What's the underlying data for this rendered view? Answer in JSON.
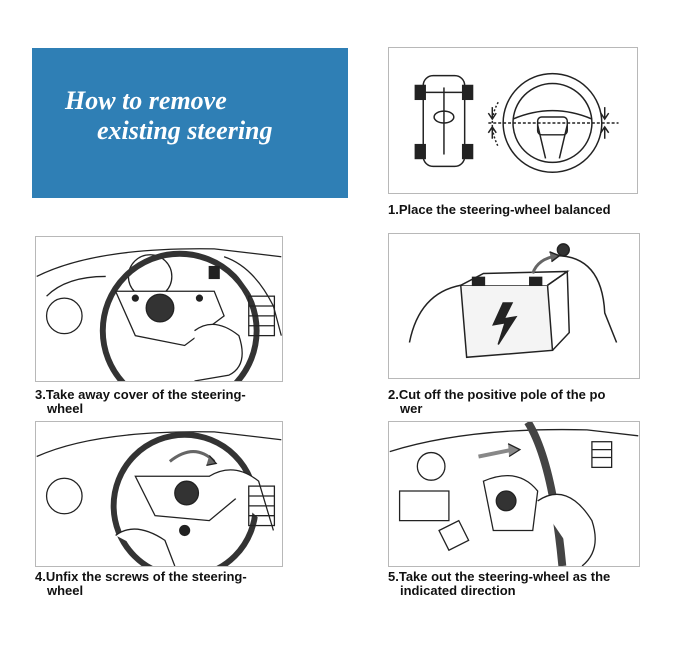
{
  "title": {
    "line1": "How to remove",
    "line2": "existing steering"
  },
  "colors": {
    "title_bg": "#2f7fb5",
    "panel_border": "#b8b8b8"
  },
  "steps": [
    {
      "line1": "1.Place the steering-wheel balanced",
      "line2": ""
    },
    {
      "line1": "2.Cut off the positive pole of the po",
      "line2": "wer"
    },
    {
      "line1": "3.Take away cover of the steering-",
      "line2": "wheel"
    },
    {
      "line1": "4.Unfix the screws of the steering-",
      "line2": "wheel"
    },
    {
      "line1": "5.Take out the steering-wheel as the",
      "line2": "indicated direction"
    }
  ]
}
